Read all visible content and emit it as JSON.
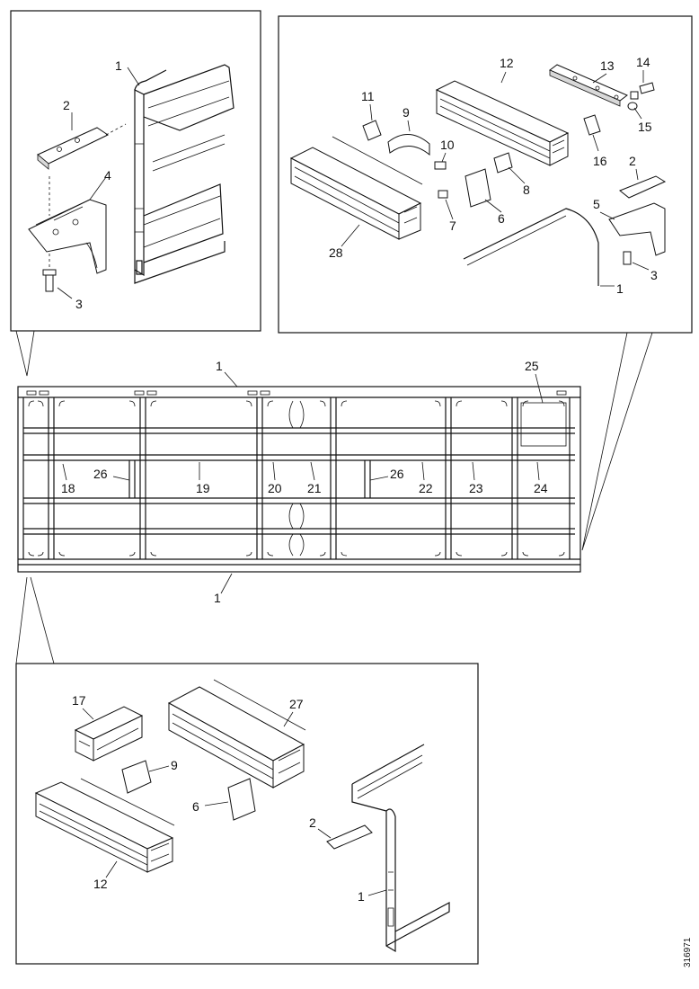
{
  "drawing_ref": "316971",
  "top_left_detail": {
    "callouts": [
      "1",
      "2",
      "4",
      "3"
    ]
  },
  "top_right_detail": {
    "callouts": [
      "12",
      "13",
      "14",
      "11",
      "9",
      "10",
      "15",
      "16",
      "2",
      "8",
      "28",
      "6",
      "5",
      "7",
      "3",
      "1"
    ]
  },
  "main_frame": {
    "top_label": "1",
    "bottom_label": "1",
    "corner_label": "25",
    "bay_labels": [
      "18",
      "26",
      "19",
      "20",
      "21",
      "26",
      "22",
      "23",
      "24"
    ]
  },
  "bottom_detail": {
    "callouts": [
      "17",
      "27",
      "9",
      "6",
      "12",
      "2",
      "1"
    ]
  }
}
